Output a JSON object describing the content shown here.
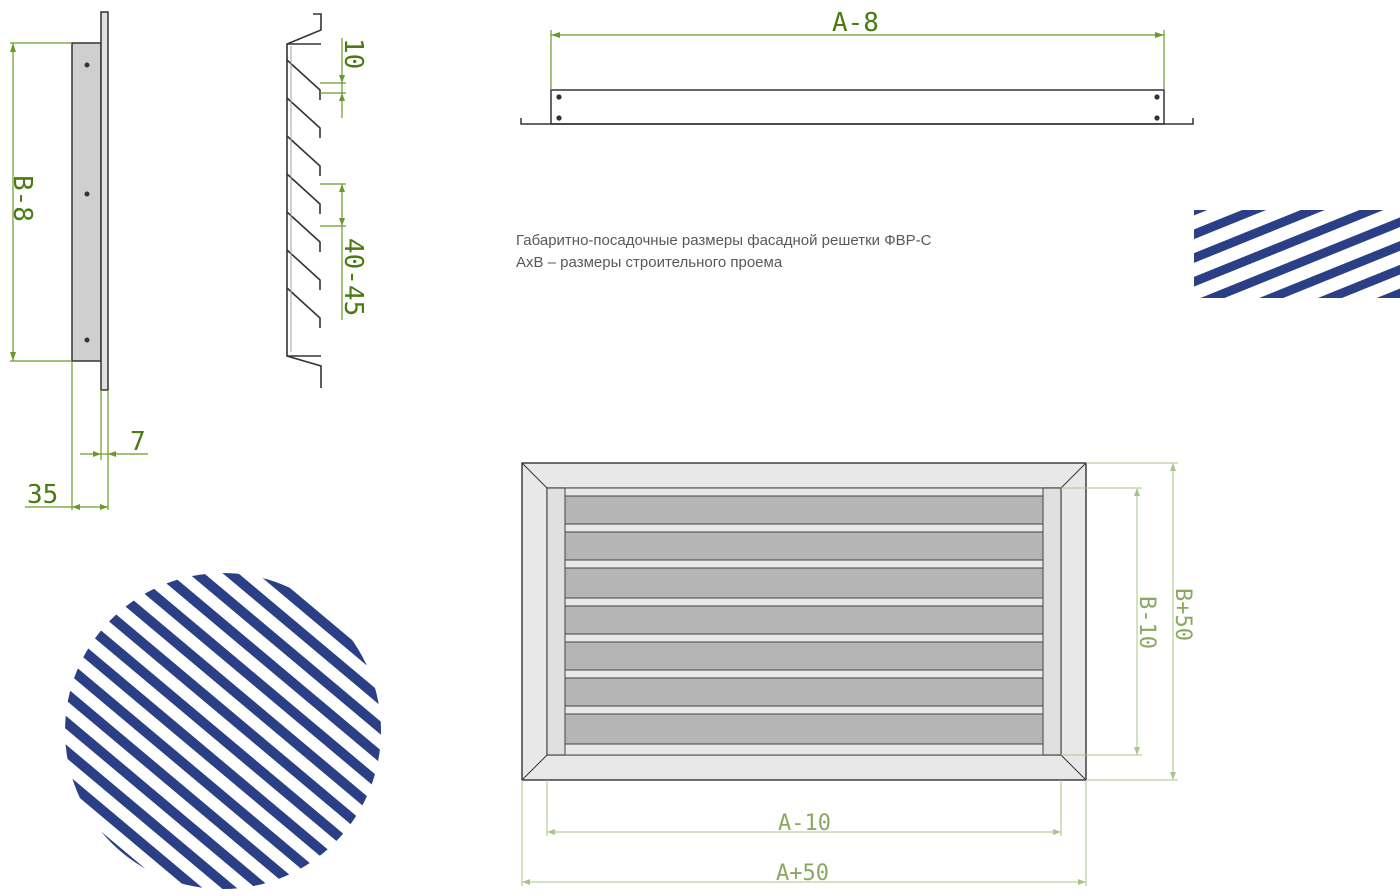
{
  "caption": {
    "line1": "Габаритно-посадочные размеры фасадной решетки ФВР-С",
    "line2": "АхВ – размеры строительного проема"
  },
  "dimensions": {
    "side_height": "B-8",
    "side_depth": "35",
    "side_flange": "7",
    "profile_gap": "10",
    "profile_pitch": "40-45",
    "top_width": "A-8",
    "front_inner_height": "B-10",
    "front_outer_height": "B+50",
    "front_inner_width": "A-10",
    "front_outer_width": "A+50"
  },
  "colors": {
    "dimension_line": "#6b9a2a",
    "dimension_light": "#a9c48a",
    "outline": "#333333",
    "frame_fill": "#e6e6e6",
    "blade_fill": "#b5b5b5",
    "stripe": "#2b3f86"
  },
  "decor": {
    "circle": "diagonal-stripe-circle",
    "band": "diagonal-stripe-band"
  }
}
